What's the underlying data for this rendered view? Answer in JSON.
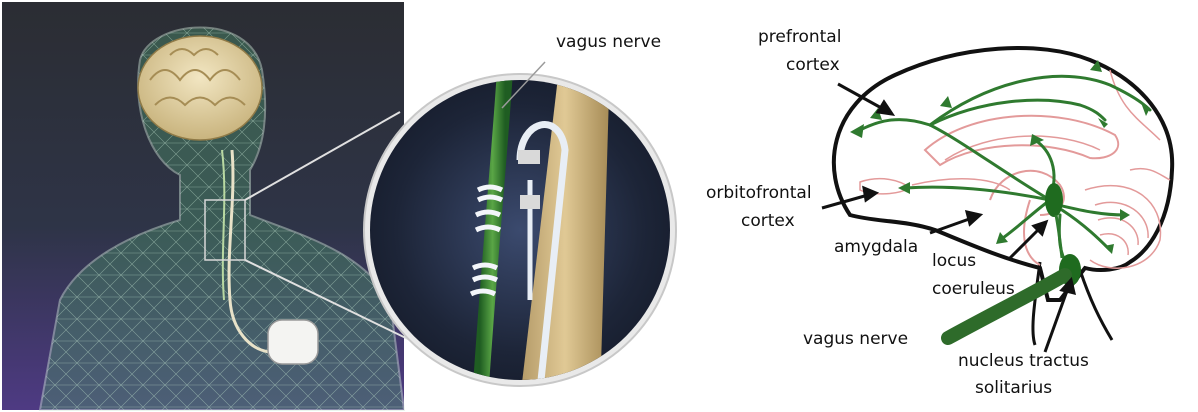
{
  "figure": {
    "panel_left": {
      "callout_label": "vagus nerve"
    },
    "panel_right": {
      "labels": {
        "prefrontal_1": "prefrontal",
        "prefrontal_2": "cortex",
        "orbitofrontal_1": "orbitofrontal",
        "orbitofrontal_2": "cortex",
        "amygdala": "amygdala",
        "locus_1": "locus",
        "locus_2": "coeruleus",
        "vagus": "vagus nerve",
        "nts_1": "nucleus tractus",
        "nts_2": "solitarius"
      }
    },
    "colors": {
      "nerve_green": "#2e7d32",
      "projection_green": "#2f7a2f",
      "brain_outline": "#111111",
      "structure_pink": "#e39a9a",
      "bg_dark": "#2a3040",
      "bg_purple": "#5b3f8a",
      "wireframe": "#cfe8d8"
    }
  }
}
